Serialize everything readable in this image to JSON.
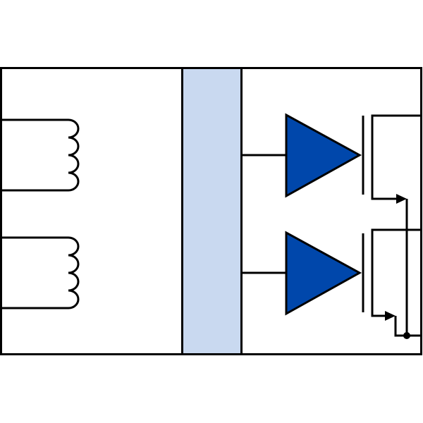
{
  "colors": {
    "outline": "#000000",
    "background": "#ffffff",
    "isolation_barrier": "#c9d9f0",
    "driver_fill": "#0047ab"
  },
  "symbols": {
    "input_coils": 2,
    "drivers": 2,
    "transistors": 2
  }
}
